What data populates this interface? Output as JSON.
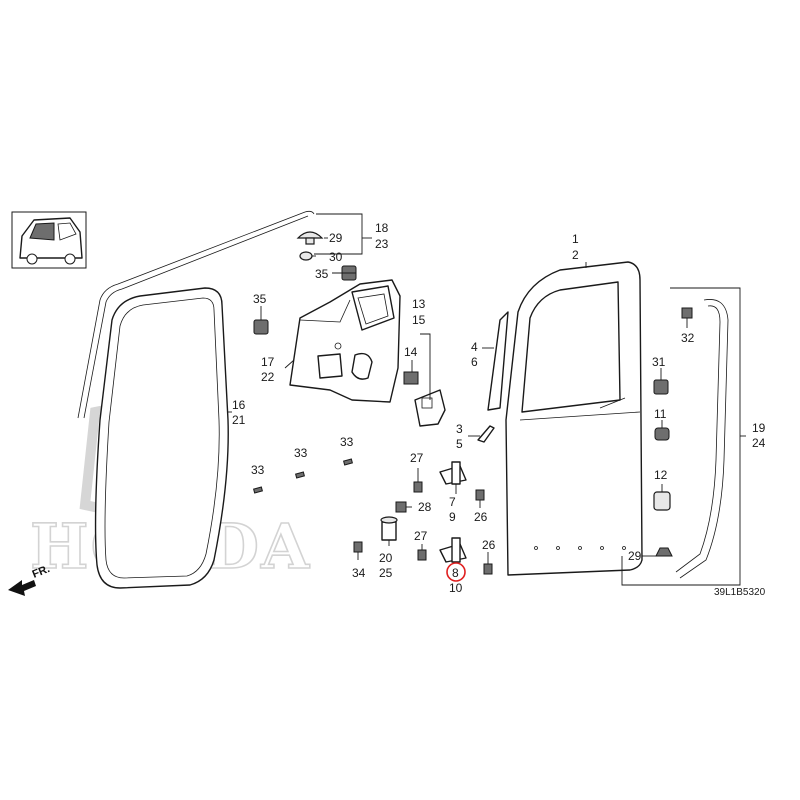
{
  "diagram_code": "39L1B5320",
  "direction_label": "FR.",
  "watermark_brand": "HONDA",
  "part_numbers": {
    "p1": "1",
    "p2": "2",
    "p3": "3",
    "p4": "4",
    "p5": "5",
    "p6": "6",
    "p7": "7",
    "p8": "8",
    "p9": "9",
    "p10": "10",
    "p11": "11",
    "p12": "12",
    "p13": "13",
    "p14": "14",
    "p15": "15",
    "p16": "16",
    "p17": "17",
    "p18": "18",
    "p19": "19",
    "p20": "20",
    "p21": "21",
    "p22": "22",
    "p23": "23",
    "p24": "24",
    "p25": "25",
    "p26": "26",
    "p27": "27",
    "p28": "28",
    "p29": "29",
    "p30": "30",
    "p31": "31",
    "p32": "32",
    "p33": "33",
    "p34": "34",
    "p35": "35"
  },
  "highlighted_part": "8",
  "highlight_color": "#e02020",
  "line_color": "#1a1a1a"
}
